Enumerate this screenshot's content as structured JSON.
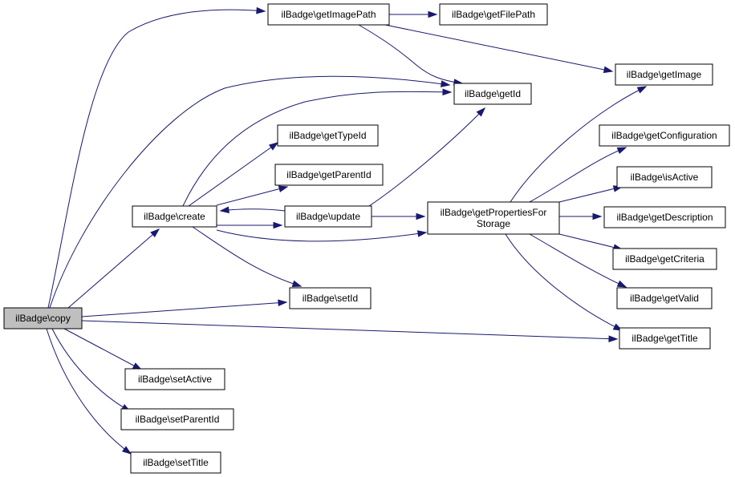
{
  "graph": {
    "edge_color": "#191970",
    "highlight_fill": "#bfbfbf",
    "node_fill": "#ffffff",
    "nodes": [
      {
        "id": "copy",
        "label": "ilBadge\\copy",
        "highlight": true
      },
      {
        "id": "getImagePath",
        "label": "ilBadge\\getImagePath"
      },
      {
        "id": "getFilePath",
        "label": "ilBadge\\getFilePath"
      },
      {
        "id": "getImage",
        "label": "ilBadge\\getImage"
      },
      {
        "id": "getId",
        "label": "ilBadge\\getId"
      },
      {
        "id": "getTypeId",
        "label": "ilBadge\\getTypeId"
      },
      {
        "id": "getParentId",
        "label": "ilBadge\\getParentId"
      },
      {
        "id": "create",
        "label": "ilBadge\\create"
      },
      {
        "id": "update",
        "label": "ilBadge\\update"
      },
      {
        "id": "getPropertiesForStorage",
        "label": "ilBadge\\getPropertiesFor Storage"
      },
      {
        "id": "getConfiguration",
        "label": "ilBadge\\getConfiguration"
      },
      {
        "id": "isActive",
        "label": "ilBadge\\isActive"
      },
      {
        "id": "getDescription",
        "label": "ilBadge\\getDescription"
      },
      {
        "id": "getCriteria",
        "label": "ilBadge\\getCriteria"
      },
      {
        "id": "getValid",
        "label": "ilBadge\\getValid"
      },
      {
        "id": "setId",
        "label": "ilBadge\\setId"
      },
      {
        "id": "getTitle",
        "label": "ilBadge\\getTitle"
      },
      {
        "id": "setActive",
        "label": "ilBadge\\setActive"
      },
      {
        "id": "setParentId",
        "label": "ilBadge\\setParentId"
      },
      {
        "id": "setTitle",
        "label": "ilBadge\\setTitle"
      }
    ],
    "edges": [
      {
        "from": "copy",
        "to": "getImagePath"
      },
      {
        "from": "copy",
        "to": "getId"
      },
      {
        "from": "copy",
        "to": "create"
      },
      {
        "from": "copy",
        "to": "setId"
      },
      {
        "from": "copy",
        "to": "getTitle"
      },
      {
        "from": "copy",
        "to": "setActive"
      },
      {
        "from": "copy",
        "to": "setParentId"
      },
      {
        "from": "copy",
        "to": "setTitle"
      },
      {
        "from": "getImagePath",
        "to": "getFilePath"
      },
      {
        "from": "getImagePath",
        "to": "getImage"
      },
      {
        "from": "getImagePath",
        "to": "getId"
      },
      {
        "from": "create",
        "to": "getId"
      },
      {
        "from": "create",
        "to": "getTypeId"
      },
      {
        "from": "create",
        "to": "getParentId"
      },
      {
        "from": "create",
        "to": "update"
      },
      {
        "from": "create",
        "to": "getPropertiesForStorage"
      },
      {
        "from": "create",
        "to": "setId"
      },
      {
        "from": "update",
        "to": "create"
      },
      {
        "from": "update",
        "to": "getId"
      },
      {
        "from": "update",
        "to": "getPropertiesForStorage"
      },
      {
        "from": "getPropertiesForStorage",
        "to": "getImage"
      },
      {
        "from": "getPropertiesForStorage",
        "to": "getConfiguration"
      },
      {
        "from": "getPropertiesForStorage",
        "to": "isActive"
      },
      {
        "from": "getPropertiesForStorage",
        "to": "getDescription"
      },
      {
        "from": "getPropertiesForStorage",
        "to": "getCriteria"
      },
      {
        "from": "getPropertiesForStorage",
        "to": "getValid"
      },
      {
        "from": "getPropertiesForStorage",
        "to": "getTitle"
      }
    ]
  }
}
